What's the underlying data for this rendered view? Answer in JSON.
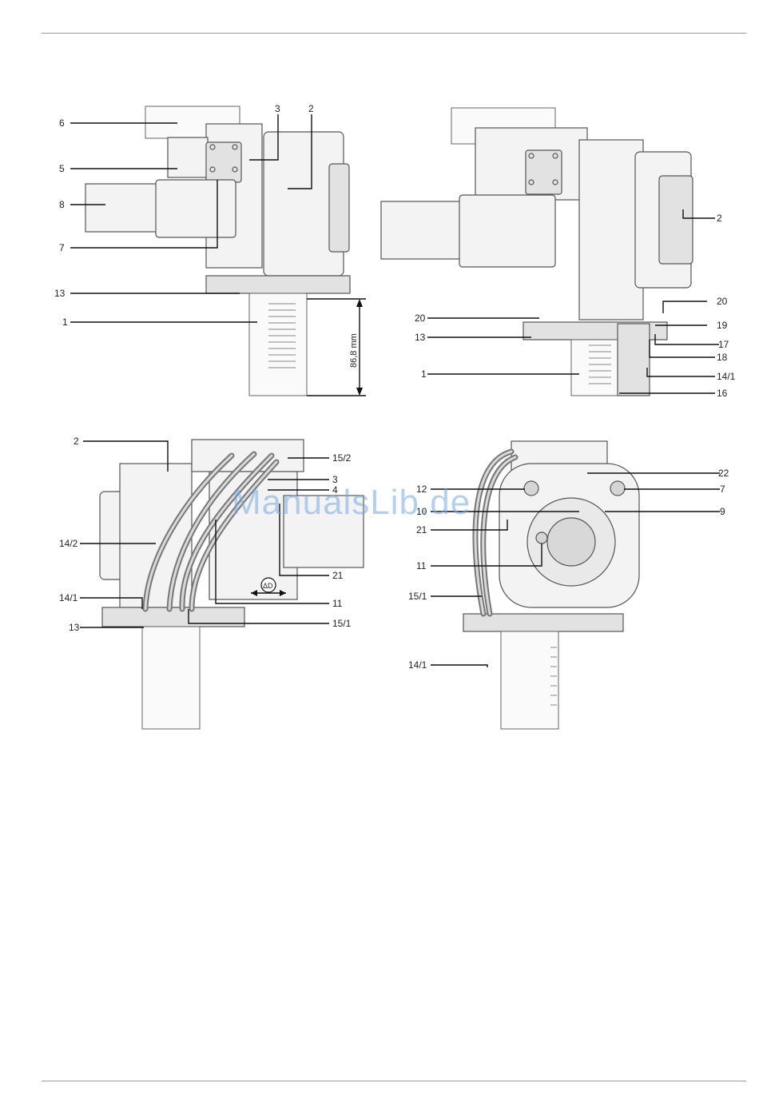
{
  "watermark": "ManualsLib.de",
  "figures": {
    "top_left": {
      "labels": [
        "6",
        "5",
        "8",
        "7",
        "13",
        "1",
        "3",
        "2"
      ],
      "dimension": "86,8 mm"
    },
    "top_right": {
      "labels": [
        "2",
        "20",
        "19",
        "17",
        "18",
        "14/1",
        "16",
        "20",
        "13",
        "1"
      ]
    },
    "bottom_left": {
      "labels": [
        "2",
        "14/2",
        "14/1",
        "13",
        "15/2",
        "3",
        "4",
        "21",
        "11",
        "15/1"
      ],
      "symbol": "ΔD"
    },
    "bottom_right": {
      "labels": [
        "12",
        "10",
        "21",
        "11",
        "15/1",
        "14/1",
        "22",
        "7",
        "9"
      ]
    }
  }
}
